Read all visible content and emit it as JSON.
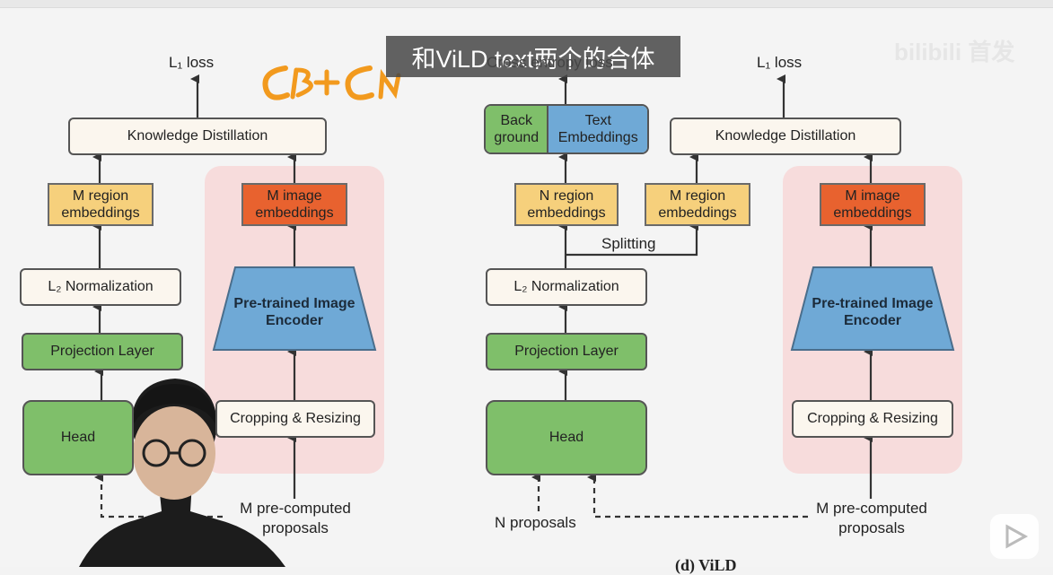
{
  "overlay": {
    "subtitle": "和ViLD text两个的合体",
    "handwriting": "CB+CN",
    "watermark": "bilibili 首发"
  },
  "left": {
    "loss": "L₁ loss",
    "kd": "Knowledge Distillation",
    "region_emb": "M region embeddings",
    "image_emb": "M image embeddings",
    "l2norm": "L₂ Normalization",
    "encoder": "Pre-trained Image Encoder",
    "proj": "Projection Layer",
    "crop": "Cropping & Resizing",
    "head": "Head",
    "proposals": "M pre-computed proposals"
  },
  "right": {
    "ce_loss": "Cross entropy loss",
    "background": "Back ground",
    "text_emb": "Text Embeddings",
    "loss": "L₁ loss",
    "kd": "Knowledge Distillation",
    "n_region": "N region embeddings",
    "m_region": "M region embeddings",
    "image_emb": "M image embeddings",
    "splitting": "Splitting",
    "l2norm": "L₂ Normalization",
    "encoder": "Pre-trained Image Encoder",
    "proj": "Projection Layer",
    "crop": "Cropping & Resizing",
    "head": "Head",
    "n_proposals": "N proposals",
    "m_proposals": "M pre-computed proposals",
    "caption": "(d) ViLD"
  },
  "colors": {
    "green": "#7fbf6a",
    "yellow": "#f6d07c",
    "orange": "#e8622f",
    "blue": "#6fa9d6",
    "pink": "#f7dcdc",
    "beige": "#fbf6ee"
  }
}
